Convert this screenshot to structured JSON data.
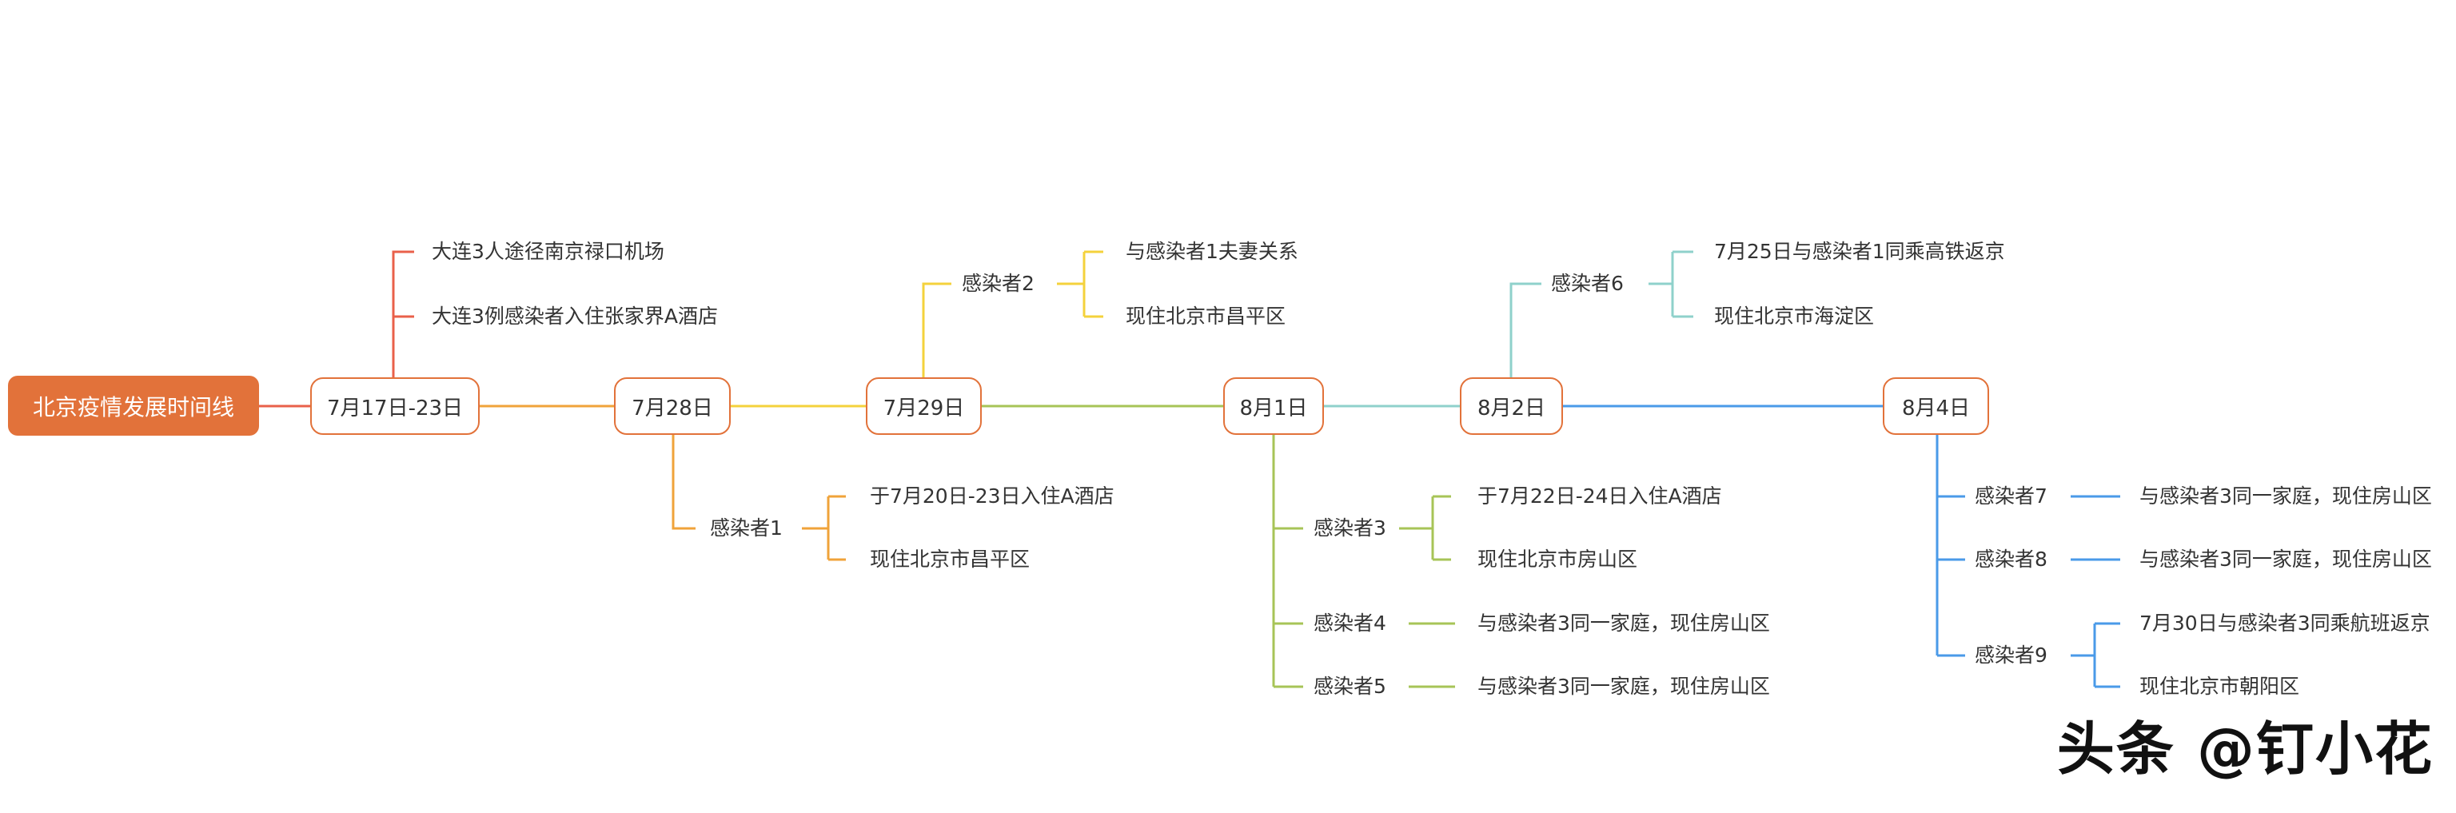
{
  "colors": {
    "root": "#e2723a",
    "node_border": "#e2723a",
    "red": "#e9604a",
    "orange": "#f0a33a",
    "yellow": "#f4d23c",
    "green": "#a7c457",
    "teal": "#8fd1cb",
    "blue": "#4a9ae8"
  },
  "root": "北京疫情发展时间线",
  "dates": [
    "7月17日-23日",
    "7月28日",
    "7月29日",
    "8月1日",
    "8月2日",
    "8月4日"
  ],
  "d1": {
    "items": [
      "大连3人途径南京禄口机场",
      "大连3例感染者入住张家界A酒店"
    ]
  },
  "d2": {
    "person": "感染者1",
    "items": [
      "于7月20日-23日入住A酒店",
      "现住北京市昌平区"
    ]
  },
  "d3": {
    "person": "感染者2",
    "items": [
      "与感染者1夫妻关系",
      "现住北京市昌平区"
    ]
  },
  "d4": {
    "p3": {
      "person": "感染者3",
      "items": [
        "于7月22日-24日入住A酒店",
        "现住北京市房山区"
      ]
    },
    "p4": {
      "person": "感染者4",
      "detail": "与感染者3同一家庭，现住房山区"
    },
    "p5": {
      "person": "感染者5",
      "detail": "与感染者3同一家庭，现住房山区"
    }
  },
  "d5": {
    "person": "感染者6",
    "items": [
      "7月25日与感染者1同乘高铁返京",
      "现住北京市海淀区"
    ]
  },
  "d6": {
    "p7": {
      "person": "感染者7",
      "detail": "与感染者3同一家庭，现住房山区"
    },
    "p8": {
      "person": "感染者8",
      "detail": "与感染者3同一家庭，现住房山区"
    },
    "p9": {
      "person": "感染者9",
      "items": [
        "7月30日与感染者3同乘航班返京",
        "现住北京市朝阳区"
      ]
    }
  },
  "watermark": "头条 @钉小花"
}
